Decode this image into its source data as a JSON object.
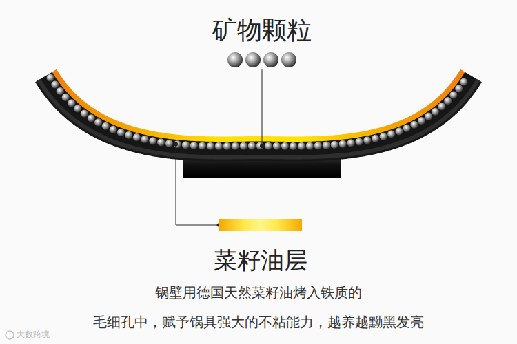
{
  "diagram": {
    "nodes": [
      {
        "text": [
          "矿物颗粒"
        ]
      },
      {
        "text": [
          "菜籽油层"
        ]
      }
    ],
    "labels": [
      "锅壁用德国天然菜籽油烤入铁质的",
      "毛细孔中，赋予锅具强大的不粘能力，越养越黝黑发亮",
      "大数跨境"
    ]
  }
}
